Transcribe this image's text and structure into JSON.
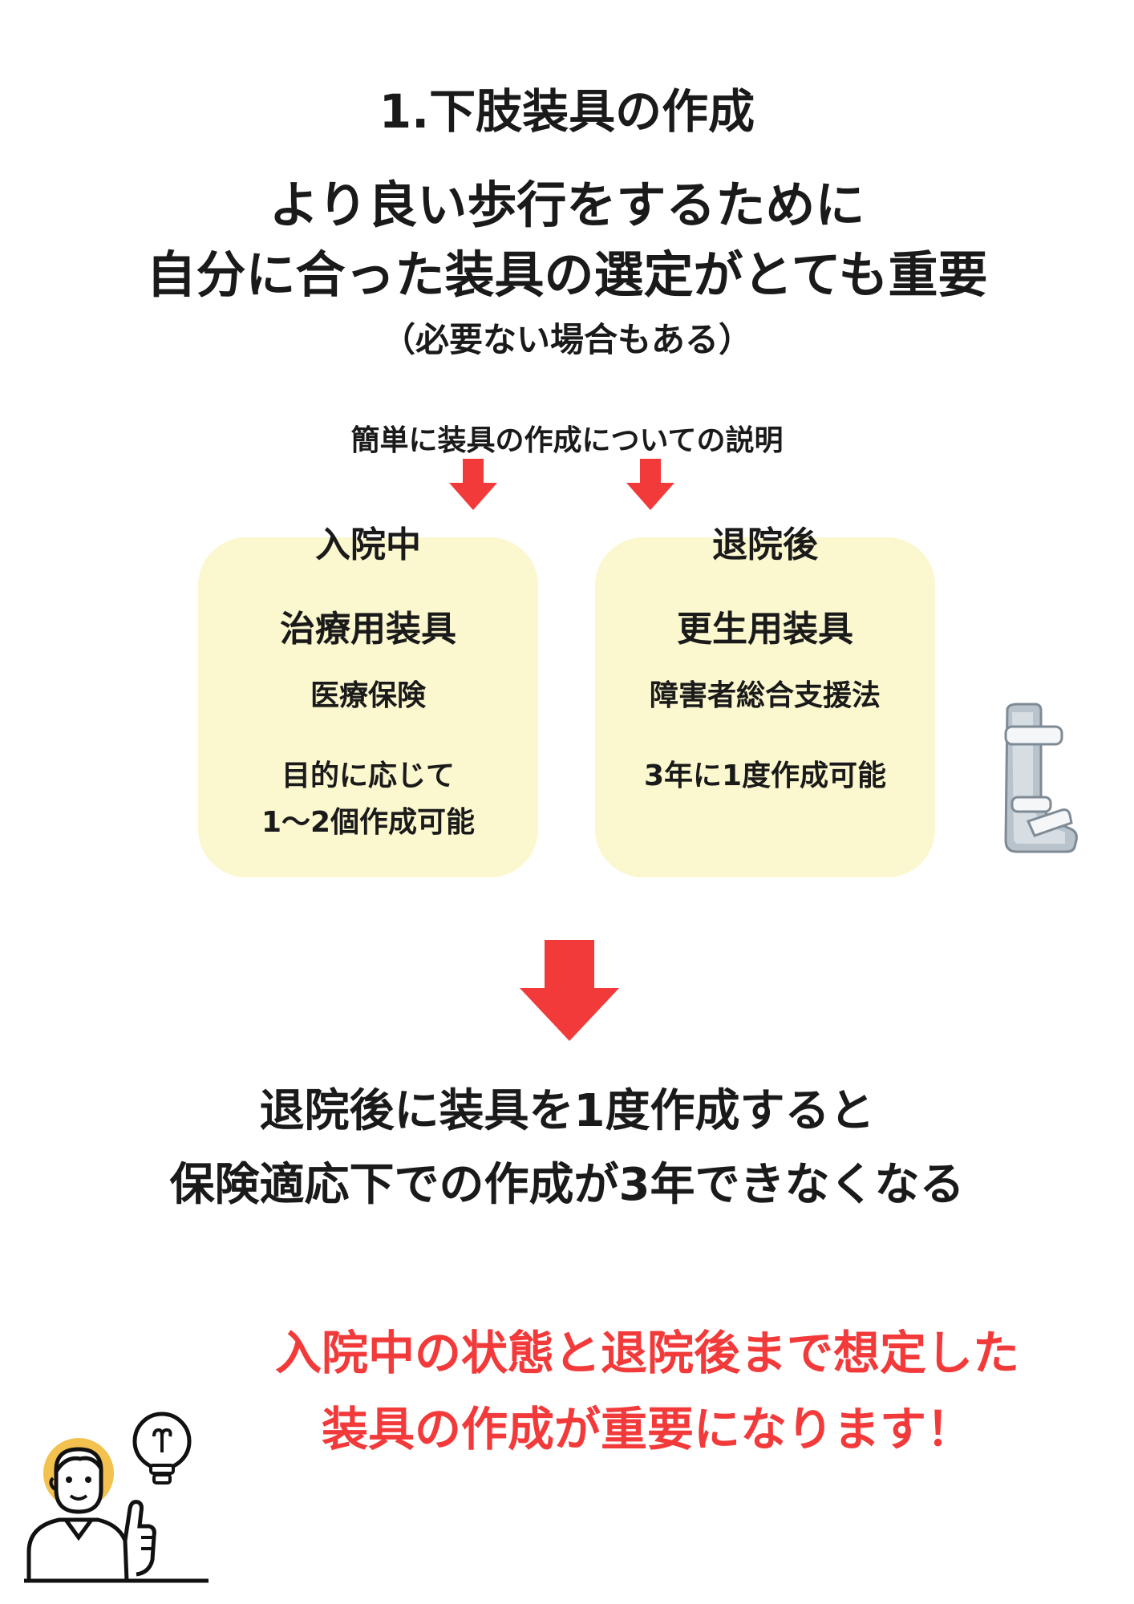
{
  "title": "1.下肢装具の作成",
  "lead": {
    "line1": "より良い歩行をするために",
    "line2": "自分に合った装具の選定がとても重要",
    "note": "（必要ない場合もある）"
  },
  "subheading": "簡単に装具の作成についての説明",
  "cards": {
    "left": {
      "header": "入院中",
      "type": "治療用装具",
      "insurance": "医療保険",
      "detail1": "目的に応じて",
      "detail2": "1〜2個作成可能"
    },
    "right": {
      "header": "退院後",
      "type": "更生用装具",
      "insurance": "障害者総合支援法",
      "detail1": "3年に1度作成可能"
    }
  },
  "result": {
    "line1": "退院後に装具を1度作成すると",
    "line2": "保険適応下での作成が3年できなくなる"
  },
  "emphasis": {
    "line1": "入院中の状態と退院後まで想定した",
    "line2": "装具の作成が重要になります！"
  },
  "colors": {
    "accent_red": "#f23a3a",
    "card_bg": "#fbf7cf",
    "person_hair": "#f2c14e"
  },
  "icons": {
    "brace": "leg-brace-icon",
    "person": "person-idea-icon"
  }
}
